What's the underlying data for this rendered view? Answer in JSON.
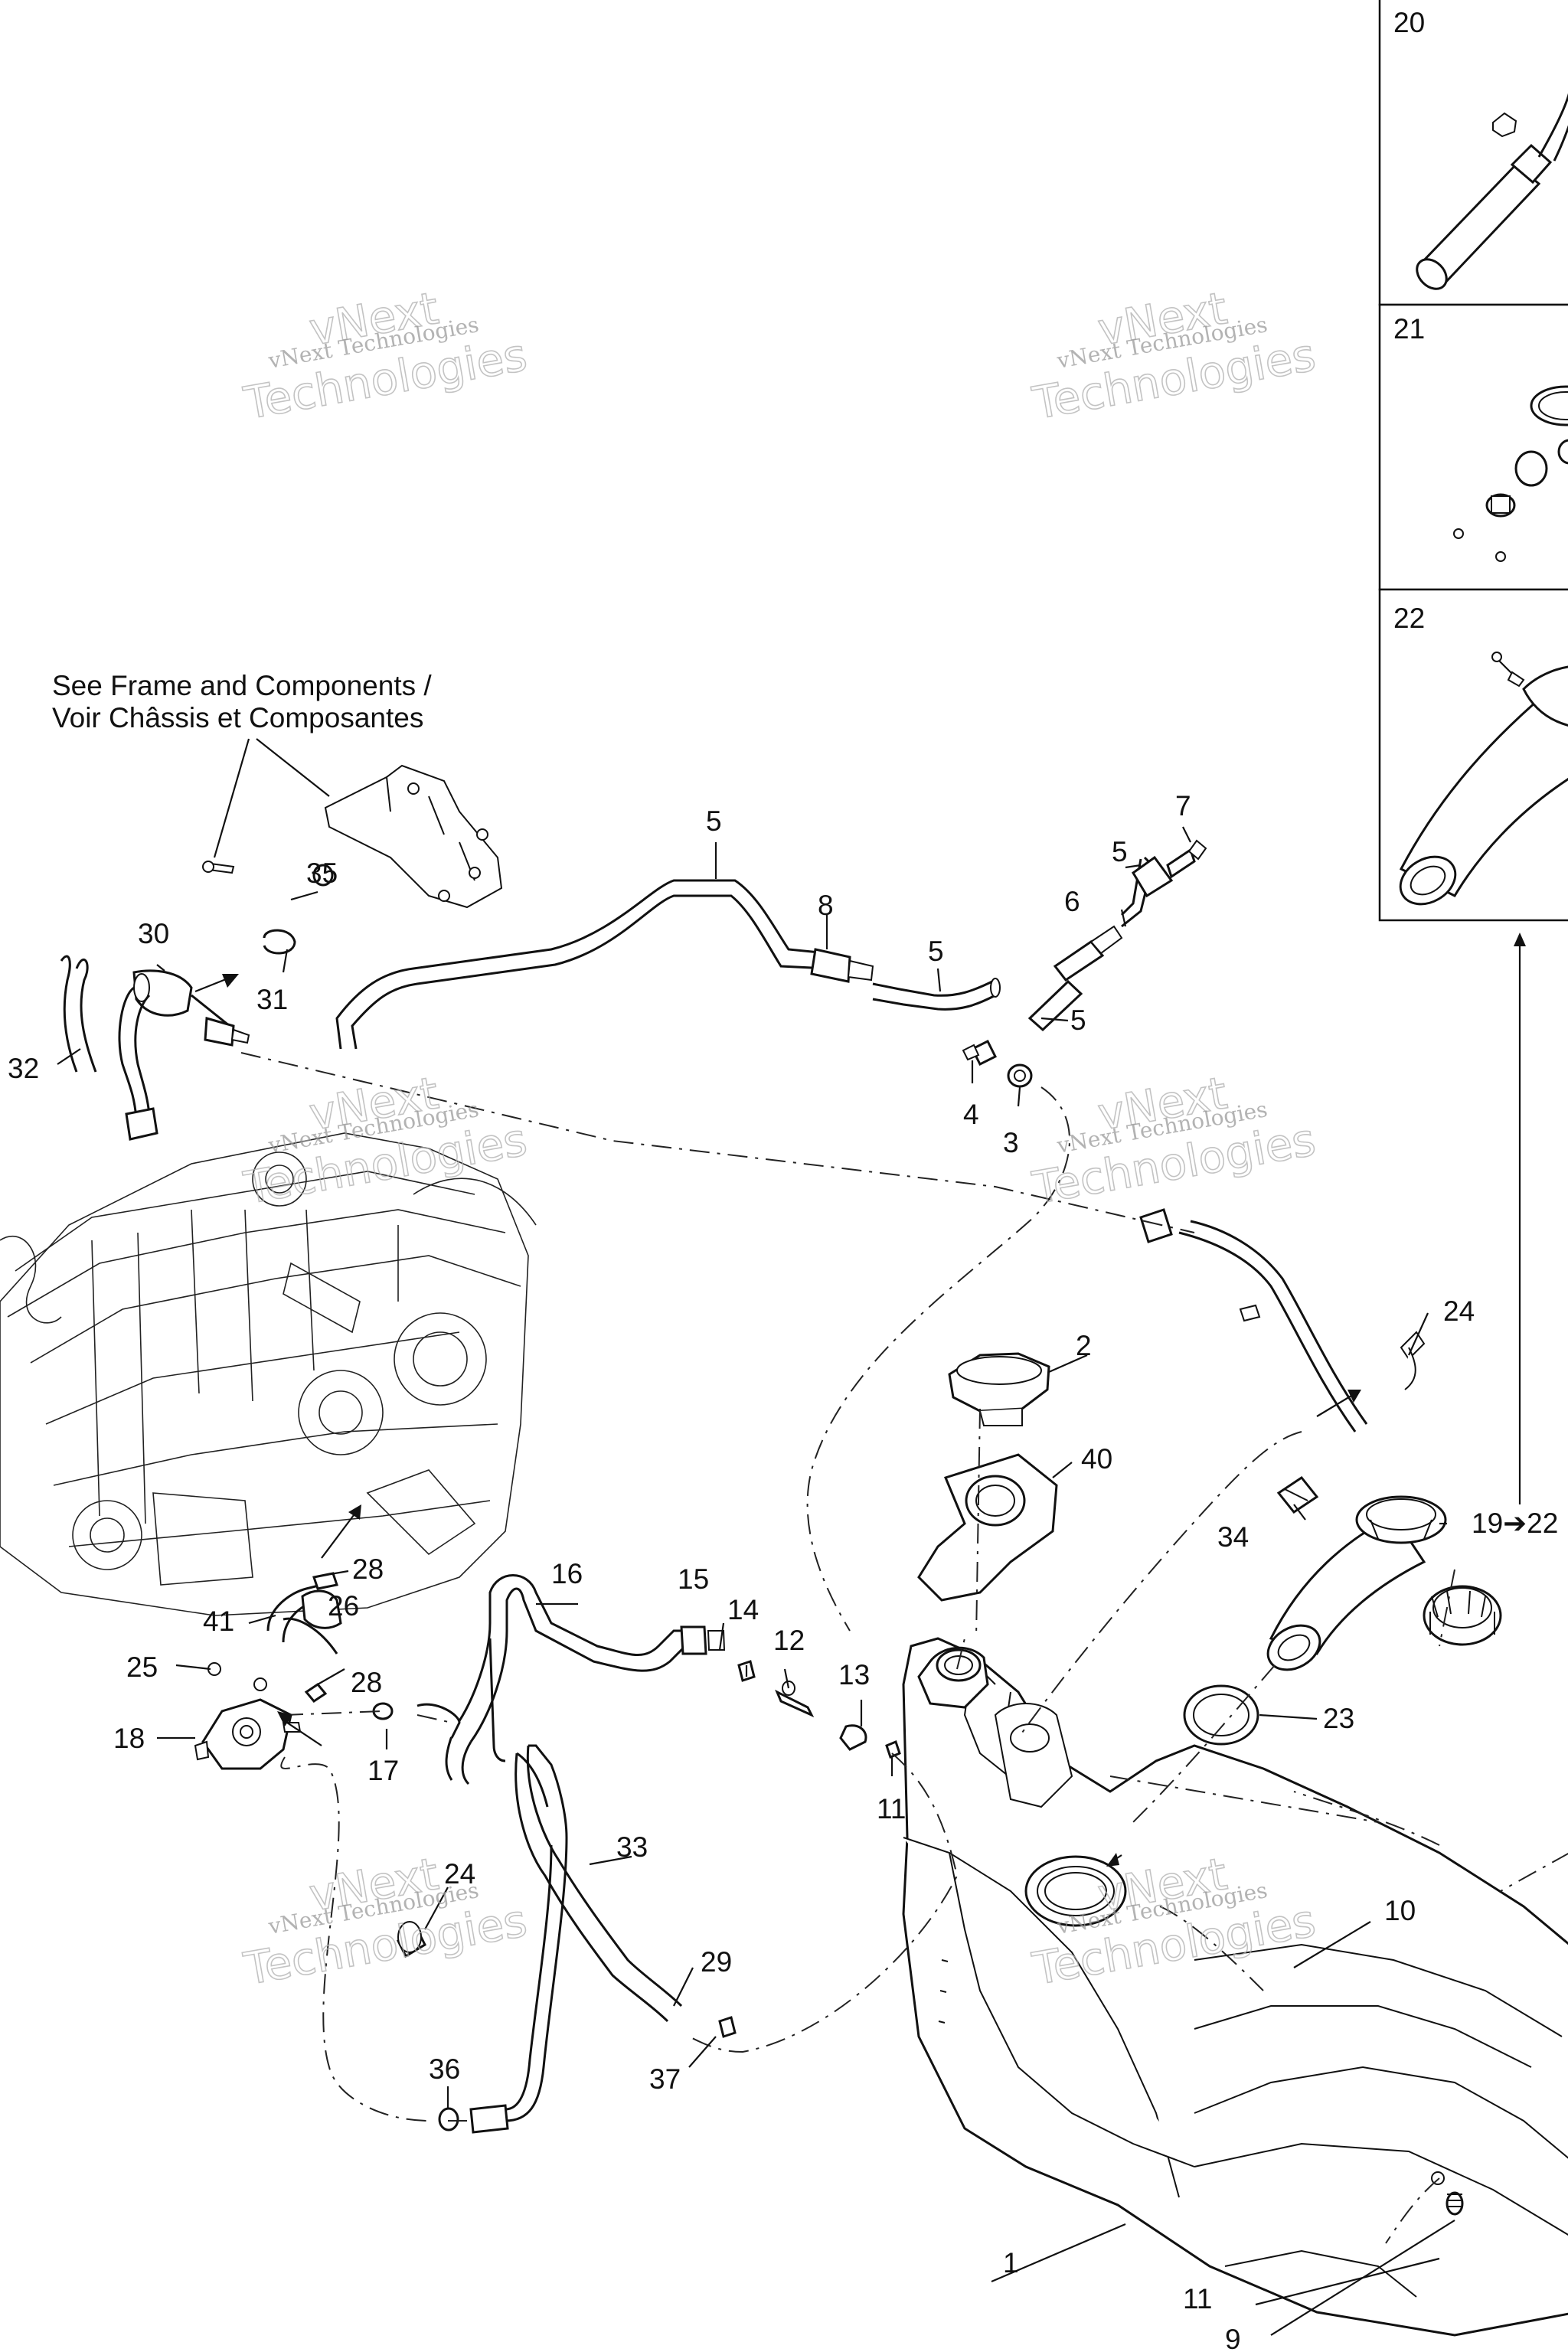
{
  "note": {
    "line1": "See Frame and Components /",
    "line2": "Voir Châssis et Composantes"
  },
  "watermark": {
    "line1": "vNext",
    "line2": "vNext Technologies",
    "line3": "Technologies"
  },
  "callouts": {
    "c1": "1",
    "c2": "2",
    "c3": "3",
    "c4": "4",
    "c5a": "5",
    "c5b": "5",
    "c5c": "5",
    "c5d": "5",
    "c6": "6",
    "c7": "7",
    "c8": "8",
    "c9": "9",
    "c10": "10",
    "c11a": "11",
    "c11b": "11",
    "c12": "12",
    "c13": "13",
    "c14": "14",
    "c15": "15",
    "c16": "16",
    "c17": "17",
    "c18": "18",
    "c19": "19➔22",
    "c20": "20",
    "c21": "21",
    "c22": "22",
    "c23": "23",
    "c24a": "24",
    "c24b": "24",
    "c25": "25",
    "c26": "26",
    "c28a": "28",
    "c28b": "28",
    "c29": "29",
    "c30": "30",
    "c31": "31",
    "c32": "32",
    "c33": "33",
    "c34": "34",
    "c35": "35",
    "c36": "36",
    "c37": "37",
    "c40": "40",
    "c41": "41"
  }
}
